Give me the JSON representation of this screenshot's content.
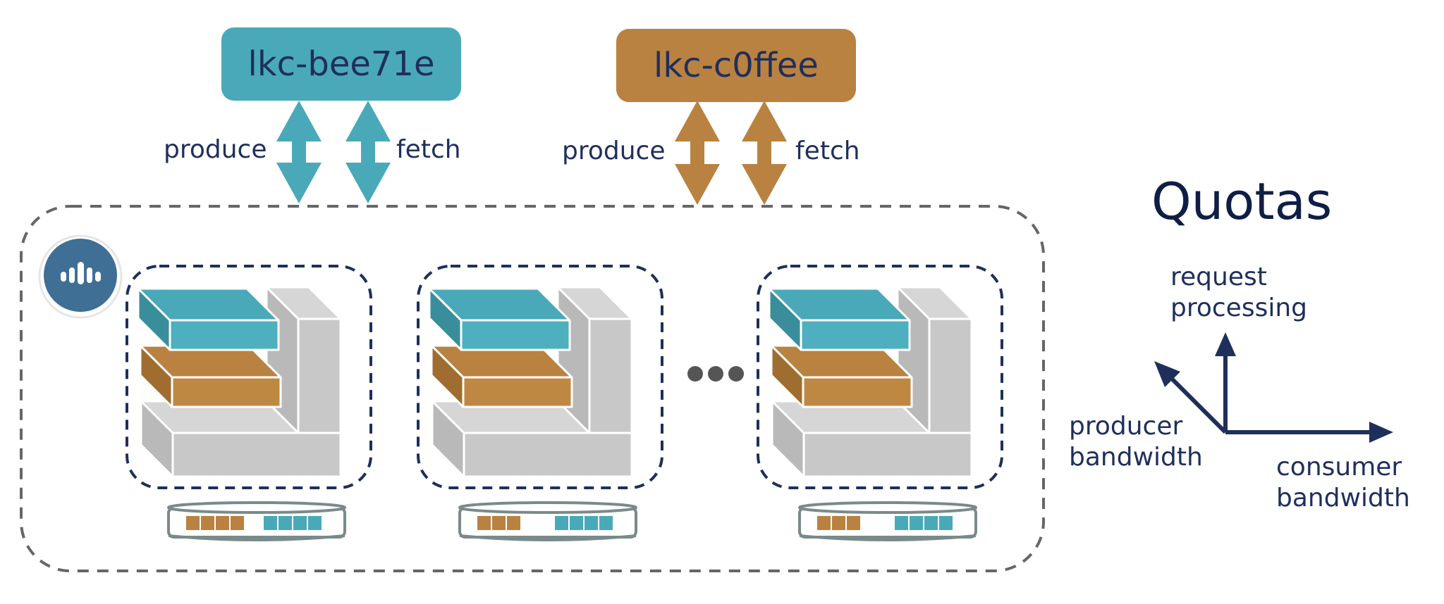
{
  "colors": {
    "teal": "#4aa9b9",
    "orange": "#b98240",
    "navy": "#1f2f5c",
    "gray": "#c4c4c4",
    "logo_blue": "#3f6f95"
  },
  "tenants": [
    {
      "name": "lkc-bee71e",
      "color": "teal",
      "produce_label": "produce",
      "fetch_label": "fetch"
    },
    {
      "name": "lkc-c0ffee",
      "color": "orange",
      "produce_label": "produce",
      "fetch_label": "fetch"
    }
  ],
  "quotas": {
    "title": "Quotas",
    "axes": {
      "up": [
        "request",
        "processing"
      ],
      "left": [
        "producer",
        "bandwidth"
      ],
      "right": [
        "consumer",
        "bandwidth"
      ]
    }
  },
  "logo_icon": "confluent-logo-icon",
  "ellipsis_icon": "ellipsis-icon",
  "brokers": [
    {
      "orange_disk_blocks": 4,
      "teal_disk_blocks": 4
    },
    {
      "orange_disk_blocks": 3,
      "teal_disk_blocks": 4
    },
    {
      "orange_disk_blocks": 3,
      "teal_disk_blocks": 4
    }
  ]
}
